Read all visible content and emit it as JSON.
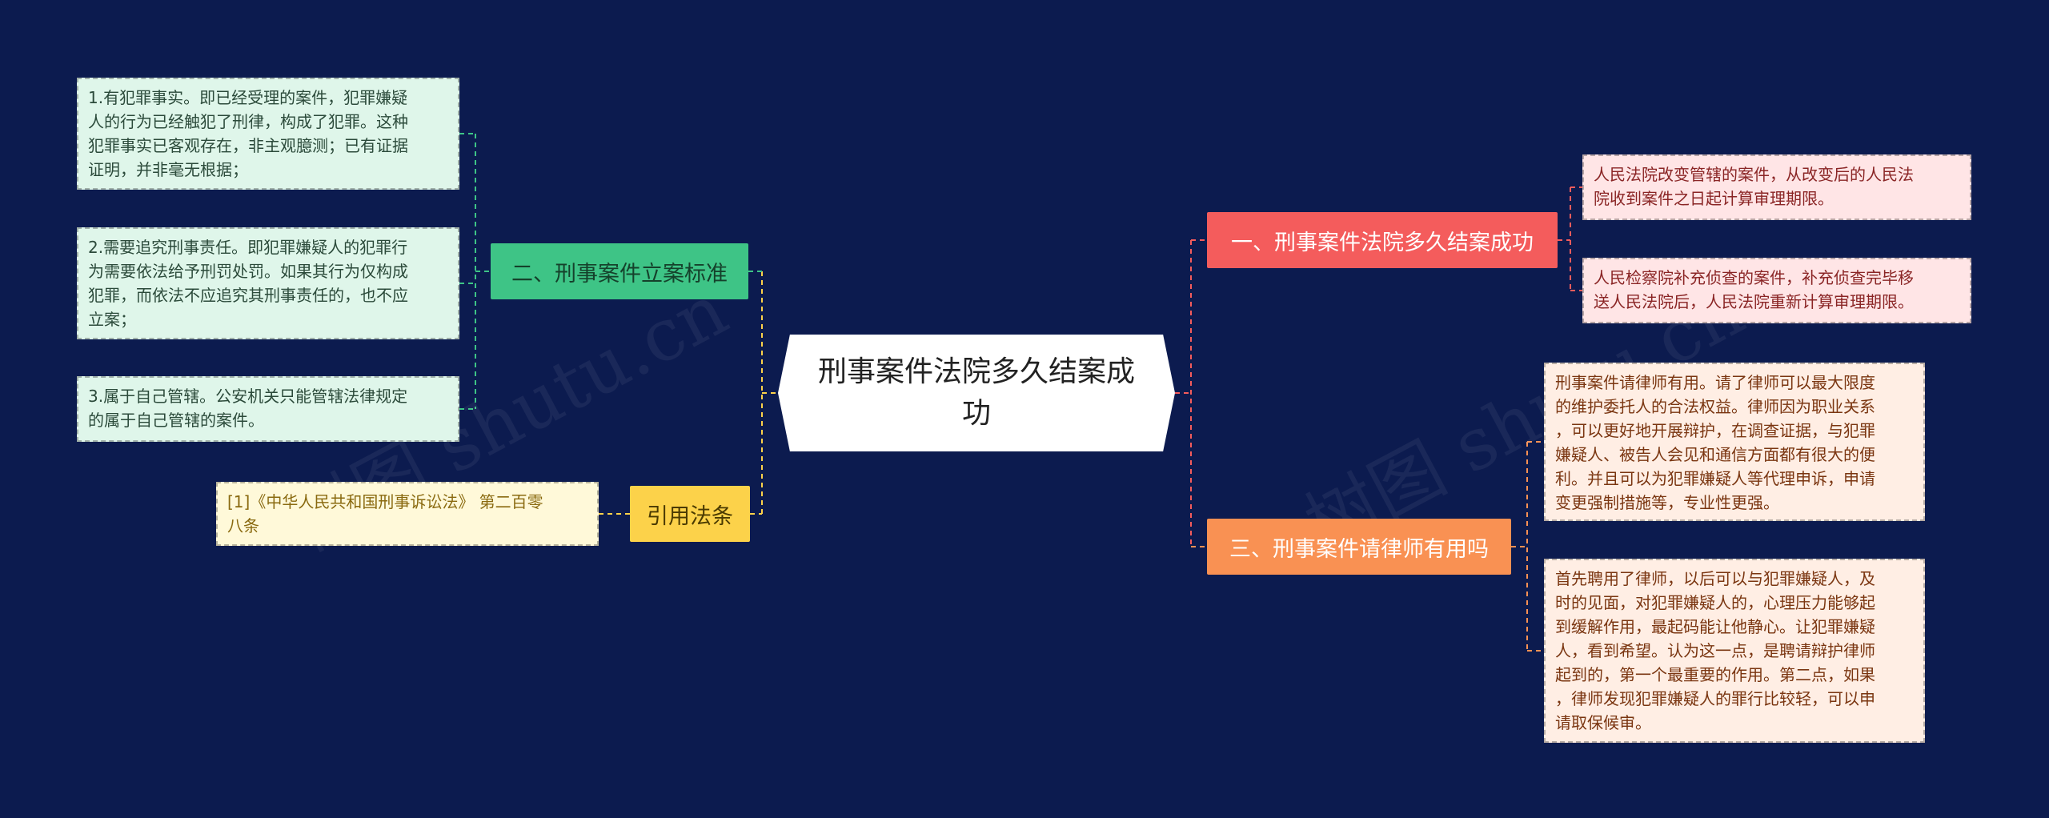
{
  "colors": {
    "background": "#0c1b4f",
    "center": "#ffffff",
    "branch_1": "#f45c5c",
    "branch_2": "#3ec486",
    "branch_3": "#f99153",
    "branch_4": "#fcd24a"
  },
  "center": {
    "text": "刑事案件法院多久结案成功"
  },
  "branches": {
    "b1": {
      "label": "一、刑事案件法院多久结案成功",
      "leaves": [
        [
          "人民法院改变管辖的案件，从改变后的人民法",
          "院收到案件之日起计算审理期限。"
        ],
        [
          "人民检察院补充侦查的案件，补充侦查完毕移",
          "送人民法院后，人民法院重新计算审理期限。"
        ]
      ]
    },
    "b2": {
      "label": "二、刑事案件立案标准",
      "leaves": [
        [
          "1.有犯罪事实。即已经受理的案件，犯罪嫌疑",
          "人的行为已经触犯了刑律，构成了犯罪。这种",
          "犯罪事实已客观存在，非主观臆测；已有证据",
          "证明，并非毫无根据；"
        ],
        [
          "2.需要追究刑事责任。即犯罪嫌疑人的犯罪行",
          "为需要依法给予刑罚处罚。如果其行为仅构成",
          "犯罪，而依法不应追究其刑事责任的，也不应",
          "立案；"
        ],
        [
          "3.属于自己管辖。公安机关只能管辖法律规定",
          "的属于自己管辖的案件。"
        ]
      ]
    },
    "b3": {
      "label": "三、刑事案件请律师有用吗",
      "leaves": [
        [
          "刑事案件请律师有用。请了律师可以最大限度",
          "的维护委托人的合法权益。律师因为职业关系",
          "，可以更好地开展辩护，在调查证据，与犯罪",
          "嫌疑人、被告人会见和通信方面都有很大的便",
          "利。并且可以为犯罪嫌疑人等代理申诉，申请",
          "变更强制措施等，专业性更强。"
        ],
        [
          "首先聘用了律师，以后可以与犯罪嫌疑人，及",
          "时的见面，对犯罪嫌疑人的，心理压力能够起",
          "到缓解作用，最起码能让他静心。让犯罪嫌疑",
          "人，看到希望。认为这一点，是聘请辩护律师",
          "起到的，第一个最重要的作用。第二点，如果",
          "，律师发现犯罪嫌疑人的罪行比较轻，可以申",
          "请取保候审。"
        ]
      ]
    },
    "b4": {
      "label": "引用法条",
      "leaves": [
        [
          "[1]《中华人民共和国刑事诉讼法》 第二百零",
          "八条"
        ]
      ]
    }
  },
  "watermark": [
    "树图 shutu.cn",
    "树图 shutu.cn"
  ]
}
